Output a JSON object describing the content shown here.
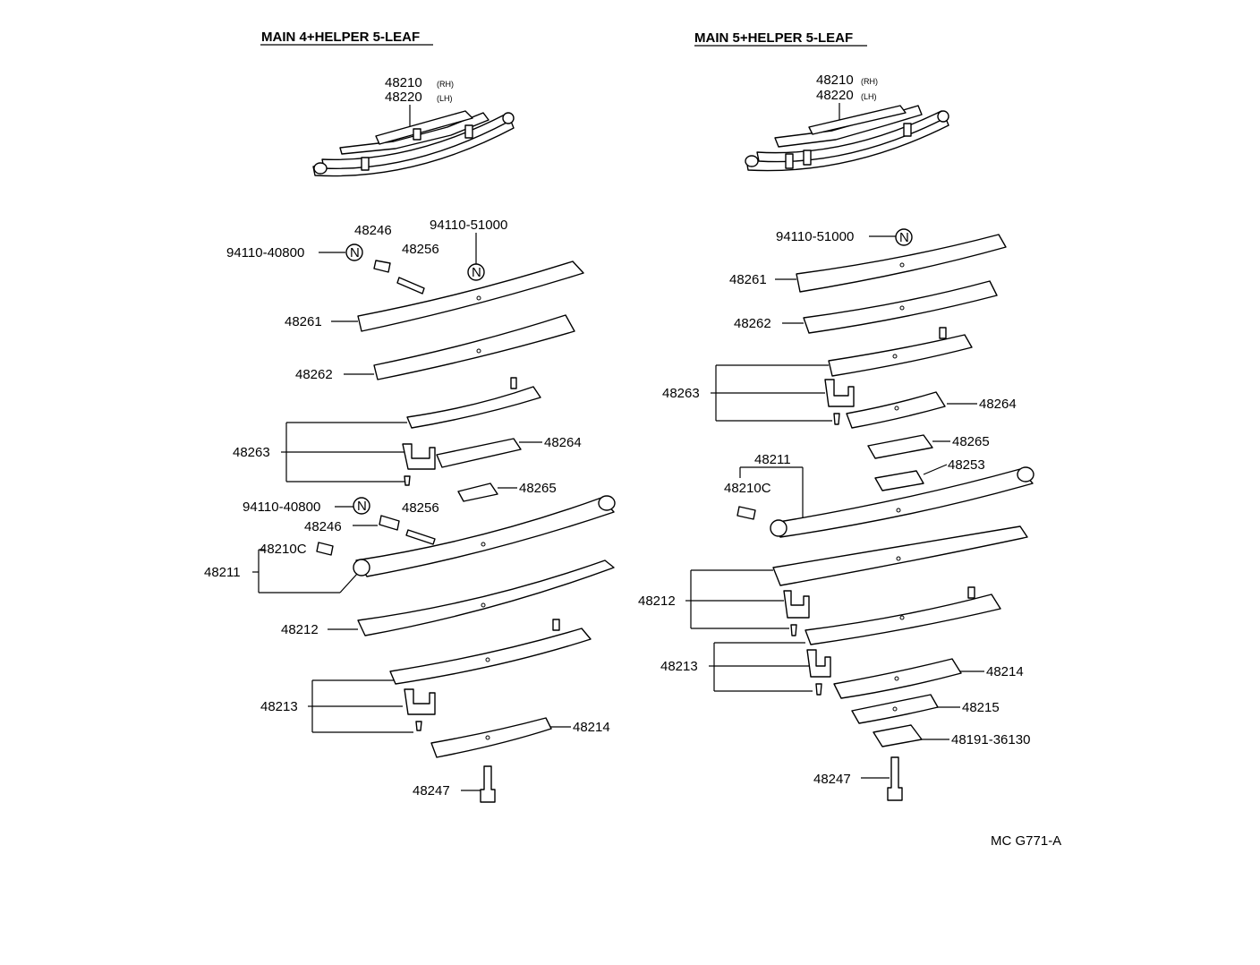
{
  "left": {
    "title": "MAIN 4+HELPER 5-LEAF",
    "assy_rh": "48210",
    "assy_rh_side": "(RH)",
    "assy_lh": "48220",
    "assy_lh_side": "(LH)",
    "labels": {
      "nut_a": "94110-40800",
      "bushing_a": "48246",
      "bolt_a": "48256",
      "nut_b": "94110-51000",
      "leaf_1": "48261",
      "leaf_2": "48262",
      "leaf_3": "48263",
      "leaf_4": "48264",
      "pad_5": "48265",
      "nut_c": "94110-40800",
      "bushing_b": "48246",
      "bolt_b": "48256",
      "bushing_c": "48210C",
      "leaf_main": "48211",
      "leaf_12": "48212",
      "leaf_13": "48213",
      "leaf_14": "48214",
      "center_bolt": "48247"
    }
  },
  "right": {
    "title": "MAIN 5+HELPER 5-LEAF",
    "assy_rh": "48210",
    "assy_rh_side": "(RH)",
    "assy_lh": "48220",
    "assy_lh_side": "(LH)",
    "labels": {
      "nut_b": "94110-51000",
      "leaf_1": "48261",
      "leaf_2": "48262",
      "leaf_3": "48263",
      "leaf_4": "48264",
      "pad_5": "48265",
      "leaf_main": "48211",
      "bushing_c": "48210C",
      "pad_53": "48253",
      "leaf_12": "48212",
      "leaf_13": "48213",
      "leaf_14": "48214",
      "leaf_15": "48215",
      "plate": "48191-36130",
      "center_bolt": "48247"
    }
  },
  "nut_symbol": "N",
  "drawing_code": "MC G771-A"
}
